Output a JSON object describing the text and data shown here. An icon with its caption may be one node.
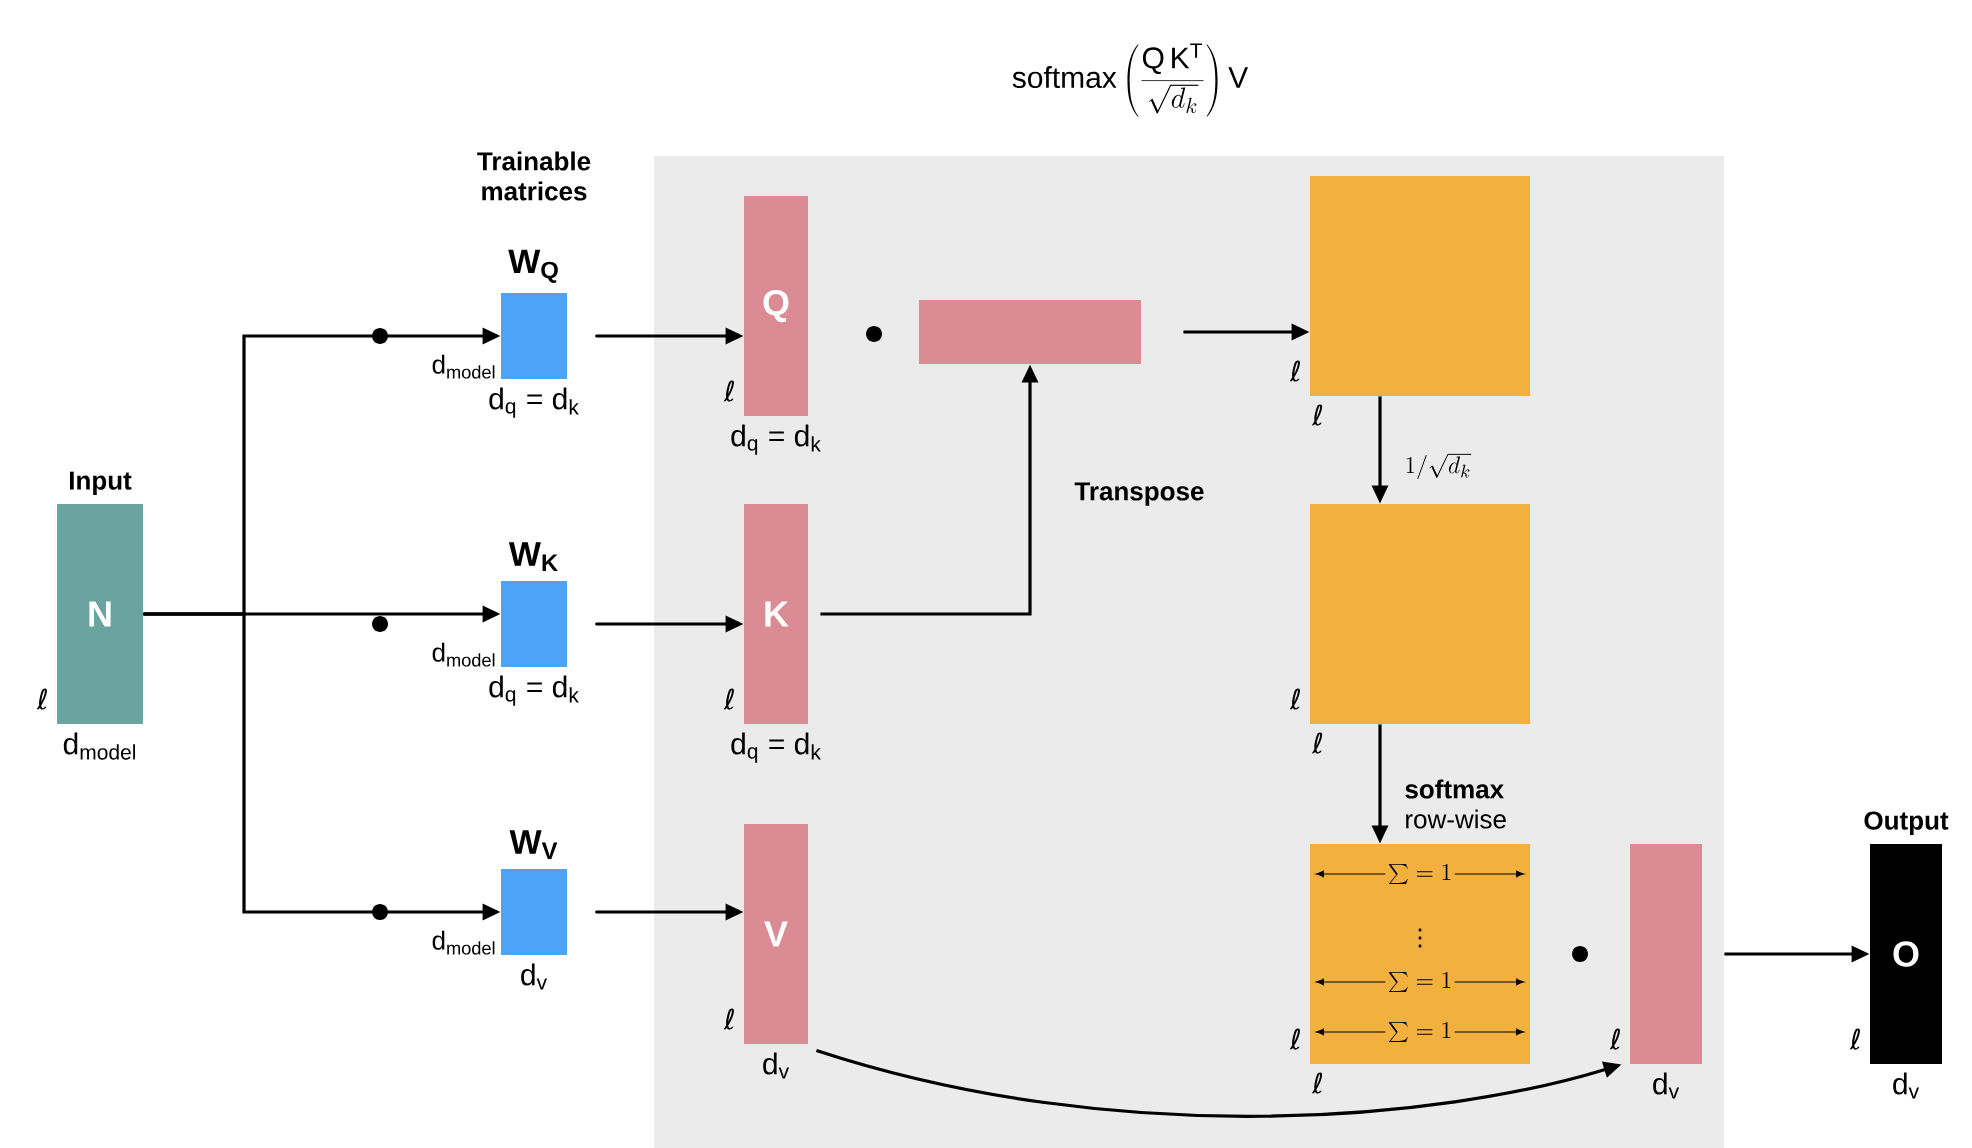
{
  "diagram": {
    "title": "\\mathrm{softmax}\\left(\\frac{\\mathrm{Q}\\,\\mathrm{K}^{\\mathrm{T}}}{\\sqrt{d_k}}\\right)\\mathrm{V}",
    "nodes": [
      {
        "text": [
          "Input",
          "N"
        ],
        "beside": [
          "ℓ",
          "d$_{model}$"
        ]
      },
      {
        "text": [
          "W$_{Q}$"
        ],
        "beside": [
          "d$_{model}$",
          "d$_{q}$ = d$_{k}$"
        ]
      },
      {
        "text": [
          "W$_{K}$"
        ],
        "beside": [
          "d$_{model}$",
          "d$_{q}$ = d$_{k}$"
        ]
      },
      {
        "text": [
          "W$_{V}$"
        ],
        "beside": [
          "d$_{model}$",
          "d$_{v}$"
        ]
      },
      {
        "text": [
          "Q"
        ],
        "beside": [
          "ℓ",
          "d$_{q}$ = d$_{k}$"
        ]
      },
      {
        "text": [],
        "shape": "box"
      },
      {
        "text": [
          "K"
        ],
        "beside": [
          "ℓ",
          "d$_{q}$ = d$_{k}$"
        ]
      },
      {
        "text": [
          "V"
        ],
        "beside": [
          "ℓ",
          "d$_{v}$"
        ]
      },
      {
        "text": [],
        "shape": "box",
        "beside": [
          "ℓ",
          "ℓ"
        ]
      },
      {
        "text": [],
        "shape": "box",
        "beside": [
          "ℓ",
          "ℓ"
        ]
      },
      {
        "text": [
          "\\sum = 1",
          "\\vdots",
          "\\sum = 1",
          "\\sum = 1"
        ],
        "beside": [
          "ℓ",
          "ℓ"
        ]
      },
      {
        "text": [],
        "shape": "box",
        "beside": [
          "ℓ",
          "d$_{v}$"
        ]
      },
      {
        "text": [
          "Output",
          "O"
        ],
        "beside": [
          "ℓ",
          "d$_{v}$"
        ]
      }
    ],
    "edges": [
      {
        "from": 0,
        "to": 1,
        "arrow": "to"
      },
      {
        "from": 0,
        "to": 2,
        "arrow": "to"
      },
      {
        "from": 0,
        "to": 3,
        "arrow": "to"
      },
      {
        "from": 1,
        "to": 4,
        "arrow": "to"
      },
      {
        "from": 2,
        "to": 6,
        "arrow": "to"
      },
      {
        "from": 3,
        "to": 7,
        "arrow": "to"
      },
      {
        "from": 6,
        "to": 5,
        "arrow": "to",
        "label": "Transpose"
      },
      {
        "from": 5,
        "to": 8,
        "arrow": "to"
      },
      {
        "from": 8,
        "to": 9,
        "arrow": "to",
        "label": "1/\\sqrt{d_k}"
      },
      {
        "from": 9,
        "to": 10,
        "arrow": "to",
        "label": "**softmax** row-wise"
      },
      {
        "from": 7,
        "to": 11,
        "arrow": "to"
      },
      {
        "from": 11,
        "to": 12,
        "arrow": "to"
      }
    ],
    "labels": [
      "Trainable matrices"
    ]
  }
}
